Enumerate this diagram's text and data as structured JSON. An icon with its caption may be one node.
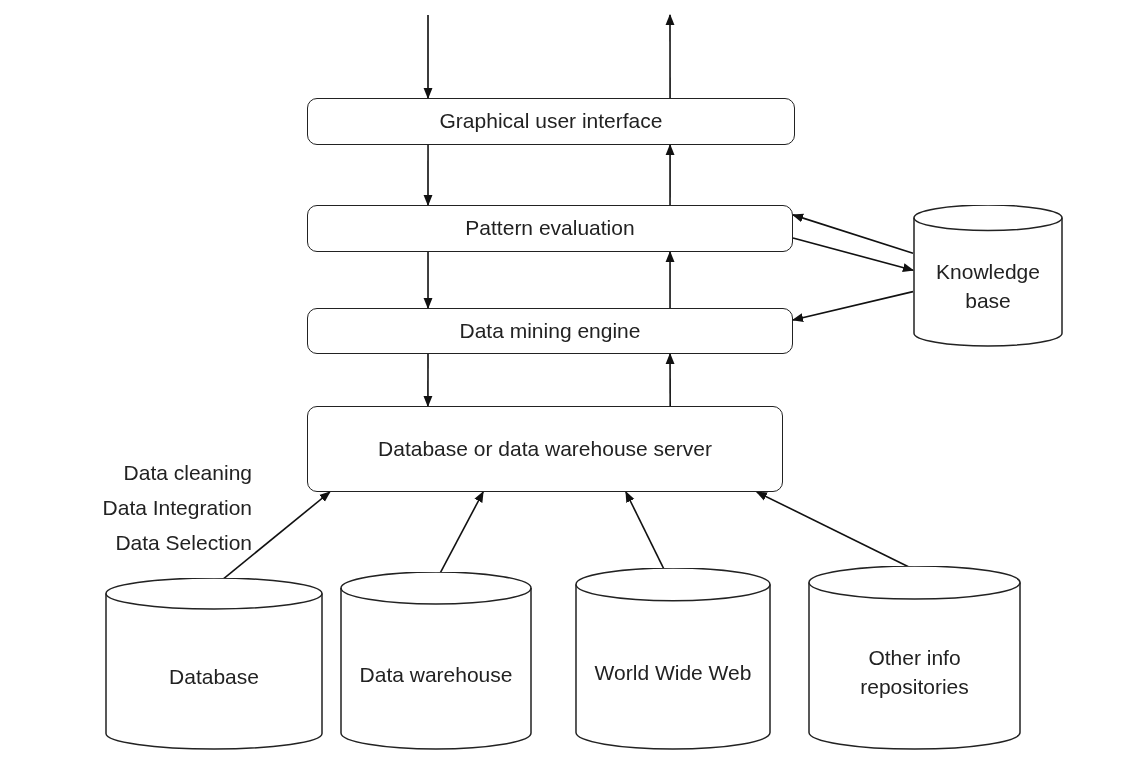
{
  "diagram": {
    "nodes": [
      {
        "text": [
          "Graphical user interface"
        ]
      },
      {
        "text": [
          "Pattern evaluation"
        ]
      },
      {
        "text": [
          "Data mining engine"
        ]
      },
      {
        "text": [
          "Database or data warehouse server"
        ]
      },
      {
        "text": [
          "Knowledge base"
        ]
      },
      {
        "text": [
          "Database"
        ]
      },
      {
        "text": [
          "Data warehouse"
        ]
      },
      {
        "text": [
          "World Wide Web"
        ]
      },
      {
        "text": [
          "Other info repositories"
        ]
      }
    ],
    "edges": [
      {
        "from": null,
        "to": 0,
        "arrow": "to"
      },
      {
        "from": 0,
        "to": null,
        "arrow": "to"
      },
      {
        "from": 0,
        "to": 1,
        "arrow": "to"
      },
      {
        "from": 1,
        "to": 0,
        "arrow": "to"
      },
      {
        "from": 1,
        "to": 2,
        "arrow": "to"
      },
      {
        "from": 2,
        "to": 1,
        "arrow": "to"
      },
      {
        "from": 2,
        "to": 3,
        "arrow": "to"
      },
      {
        "from": 3,
        "to": 2,
        "arrow": "to"
      },
      {
        "from": 4,
        "to": 1,
        "arrow": "to"
      },
      {
        "from": 1,
        "to": 4,
        "arrow": "to"
      },
      {
        "from": 4,
        "to": 2,
        "arrow": "to"
      },
      {
        "from": 5,
        "to": 3,
        "arrow": "to"
      },
      {
        "from": 6,
        "to": 3,
        "arrow": "to"
      },
      {
        "from": 7,
        "to": 3,
        "arrow": "to"
      },
      {
        "from": 8,
        "to": 3,
        "arrow": "to"
      }
    ],
    "labels": [
      "Data cleaning",
      "Data Integration",
      "Data Selection"
    ]
  }
}
